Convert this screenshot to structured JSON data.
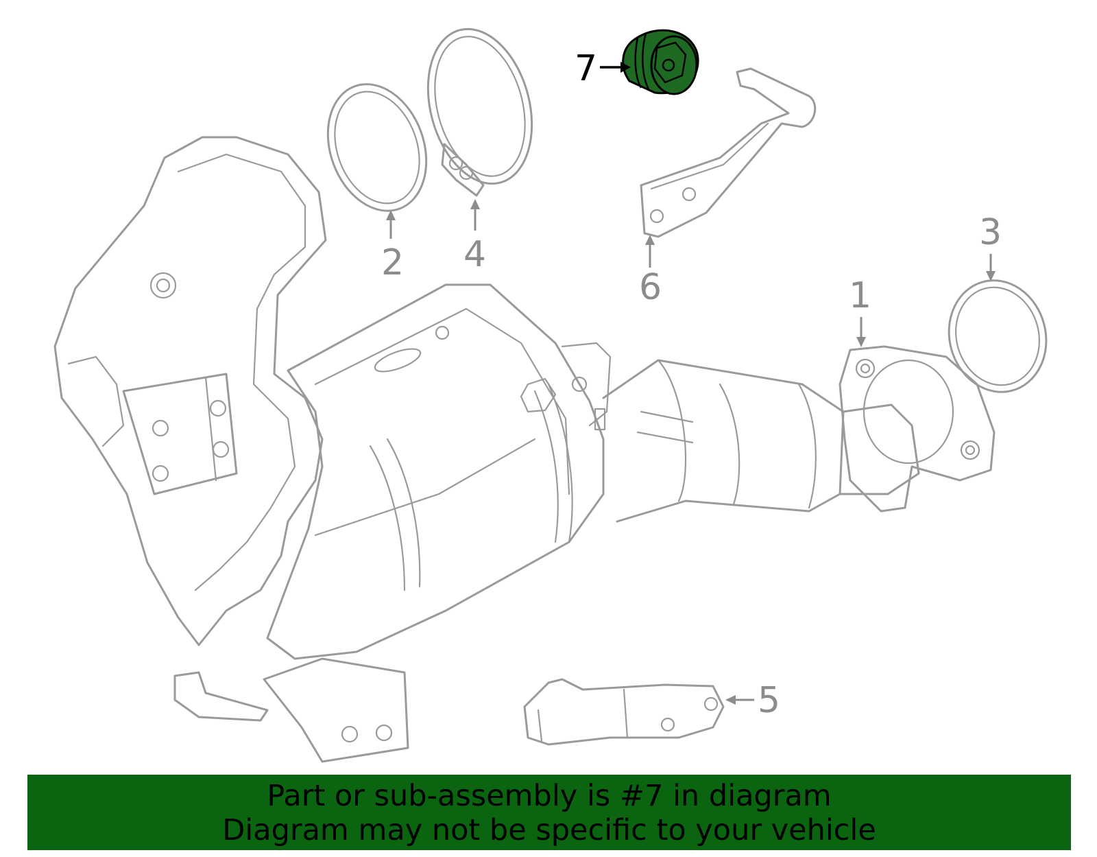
{
  "callouts": {
    "c1": "1",
    "c2": "2",
    "c3": "3",
    "c4": "4",
    "c5": "5",
    "c6": "6",
    "c7": "7"
  },
  "highlighted_part": "7",
  "colors": {
    "linework": "#9a9a9a",
    "highlight_fill": "#1f6a22",
    "banner_background": "#0b6410",
    "banner_text": "#000000"
  },
  "banner": {
    "line1": "Part or sub-assembly is #7 in diagram",
    "line2": "Diagram may not be specific to your vehicle"
  }
}
